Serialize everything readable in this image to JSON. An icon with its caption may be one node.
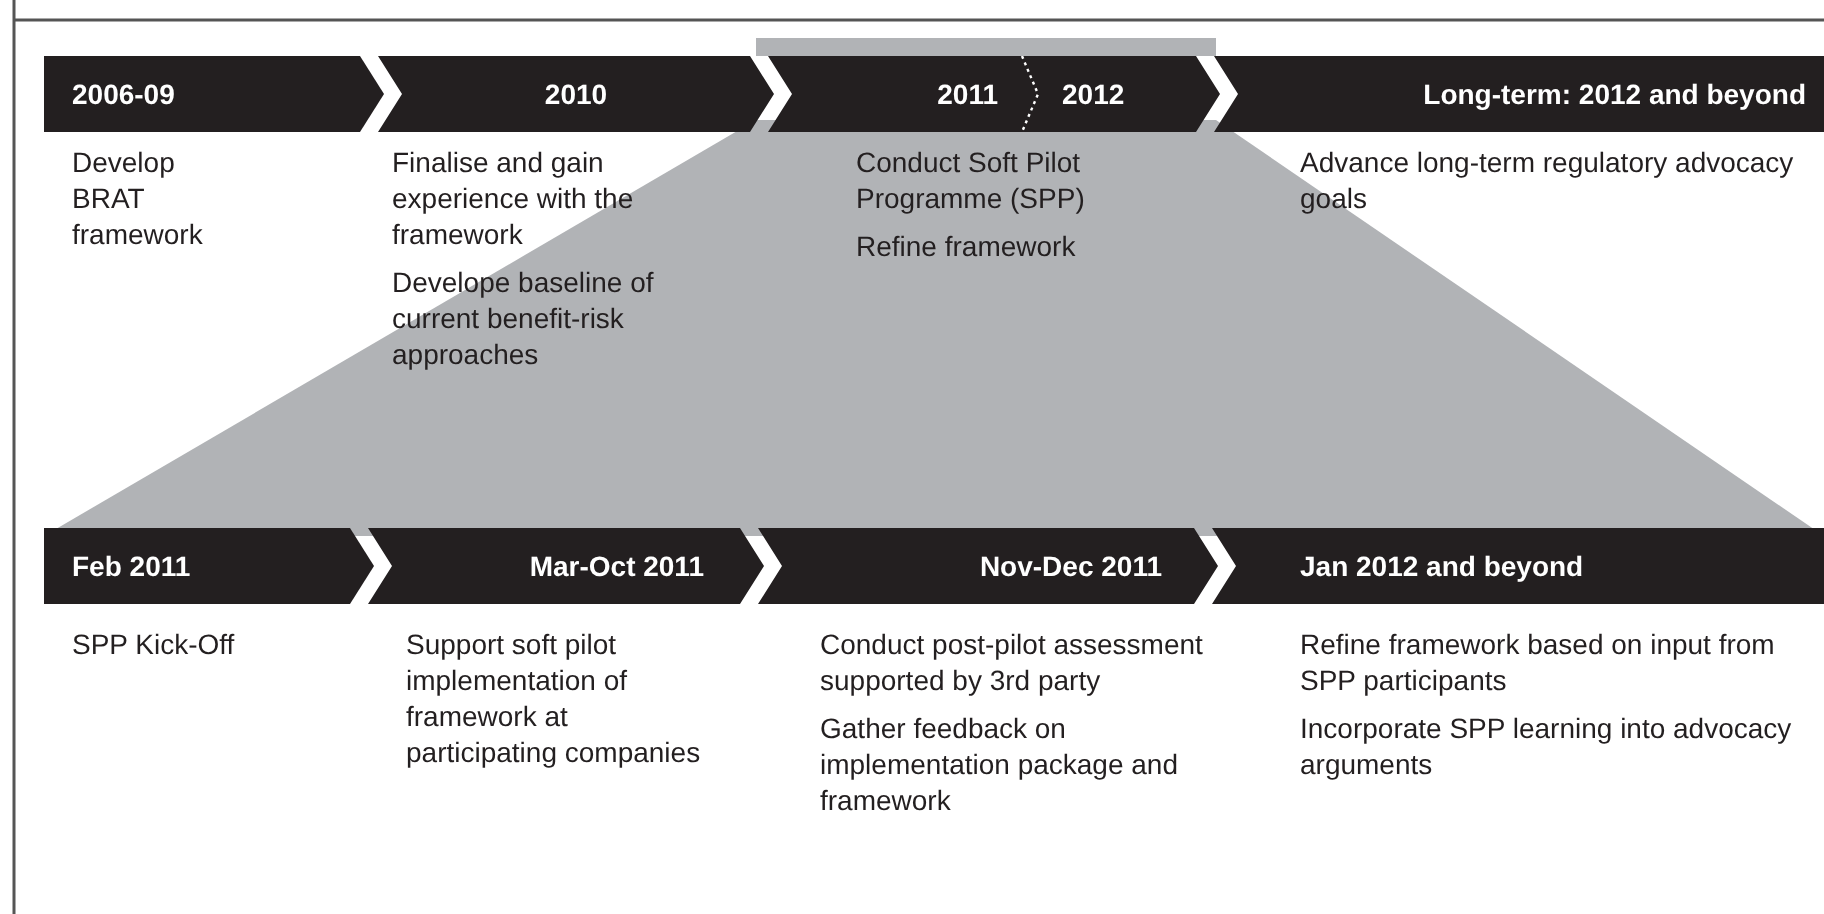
{
  "diagram": {
    "nodes": [
      {
        "text": [
          "2006-09"
        ],
        "beside": [
          "Develop BRAT framework"
        ]
      },
      {
        "text": [
          "2010"
        ],
        "beside": [
          "Finalise and gain experience with the framework",
          "Develope baseline of current benefit-risk approaches"
        ]
      },
      {
        "text": [
          "2011",
          "2012"
        ],
        "beside": [
          "Conduct Soft Pilot Programme (SPP)",
          "Refine framework"
        ]
      },
      {
        "text": [
          "Long-term: 2012 and beyond"
        ],
        "beside": [
          "Advance long-term regulatory advocacy goals"
        ]
      },
      {
        "text": [
          "Feb 2011"
        ],
        "beside": [
          "SPP Kick-Off"
        ]
      },
      {
        "text": [
          "Mar-Oct 2011"
        ],
        "beside": [
          "Support soft pilot implementation of framework at participating companies"
        ]
      },
      {
        "text": [
          "Nov-Dec 2011"
        ],
        "beside": [
          "Conduct post-pilot assessment supported by 3rd party",
          "Gather feedback on implementation package and framework"
        ]
      },
      {
        "text": [
          "Jan 2012 and beyond"
        ],
        "beside": [
          "Refine framework based on input from SPP participants",
          "Incorporate SPP learning into advocacy arguments"
        ]
      }
    ]
  }
}
